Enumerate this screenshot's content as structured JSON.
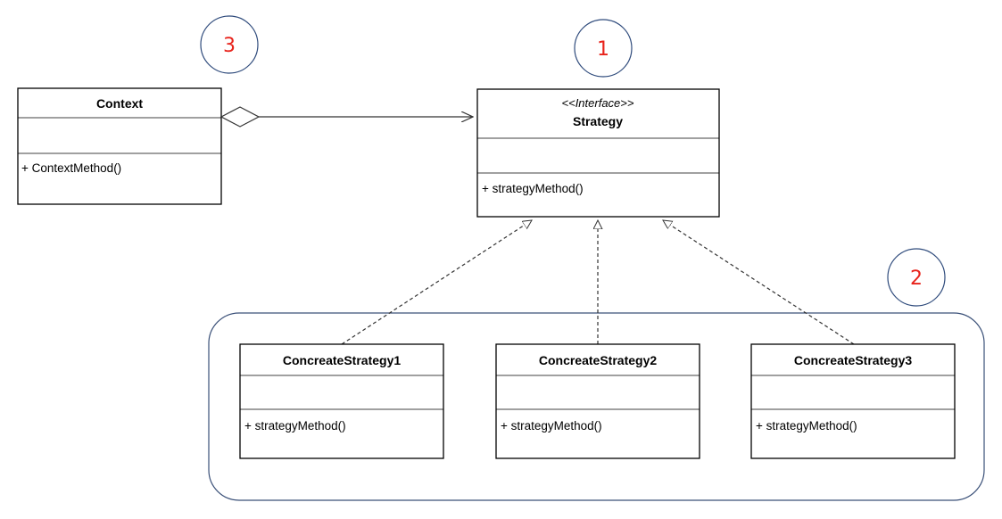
{
  "markers": {
    "strategy_marker": "1",
    "concrete_group_marker": "2",
    "context_marker": "3"
  },
  "context": {
    "name": "Context",
    "method": "+ ContextMethod()"
  },
  "strategy": {
    "stereotype": "<<Interface>>",
    "name": "Strategy",
    "method": "+ strategyMethod()"
  },
  "concrete_strategies": [
    {
      "name": "ConcreateStrategy1",
      "method": "+ strategyMethod()"
    },
    {
      "name": "ConcreateStrategy2",
      "method": "+ strategyMethod()"
    },
    {
      "name": "ConcreateStrategy3",
      "method": "+ strategyMethod()"
    }
  ],
  "colors": {
    "marker_text": "#e8231b",
    "marker_circle": "#2f4b7c",
    "group_border": "#3a5078",
    "lines": "#333333"
  }
}
